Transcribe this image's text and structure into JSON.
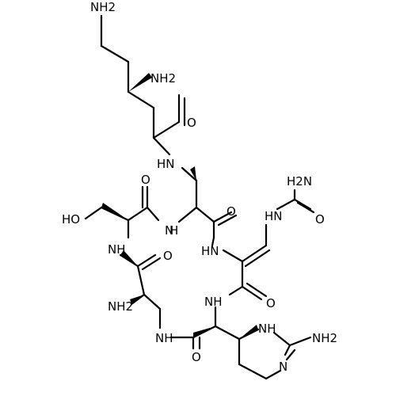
{
  "molecule": {
    "labels": {
      "nh2_top": "NH2",
      "nh2_chain": "NH2",
      "o_chain_amide": "O",
      "nh_chain": "HN",
      "o_ser_amide": "O",
      "nh_ser": "N",
      "h_ser_nh": "H",
      "o_top_ring": "O",
      "h2n_urea": "H2N",
      "o_urea": "O",
      "nh_urea": "HN",
      "oh": "HO",
      "nh_left": "NH",
      "o_left": "O",
      "nh_mid": "HN",
      "o_right": "O",
      "nh2_dap": "NH2",
      "nh_bottom_right": "NH",
      "nh_ring": "NH",
      "o_bottom": "O",
      "nh_pyr": "NH",
      "nh2_pyr": "NH2",
      "n_pyr": "N"
    }
  }
}
